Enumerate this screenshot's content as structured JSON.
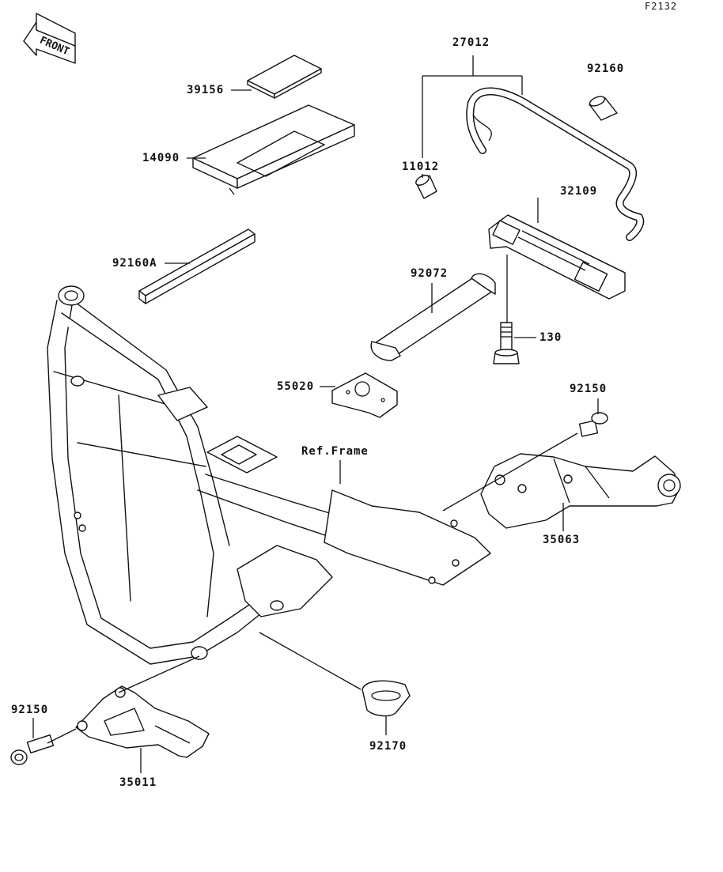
{
  "header": {
    "drawing_code": "F2132"
  },
  "front_badge": {
    "label": "FRONT",
    "icon": "front-arrow-icon"
  },
  "colors": {
    "line": "#111111",
    "background": "#ffffff"
  },
  "labels": {
    "p39156": "39156",
    "p14090": "14090",
    "p92160A": "92160A",
    "p27012": "27012",
    "p92160": "92160",
    "p11012": "11012",
    "p32109": "32109",
    "p92072": "92072",
    "p130": "130",
    "p55020": "55020",
    "p92150_right": "92150",
    "ref_frame": "Ref.Frame",
    "p35063": "35063",
    "p92150_left": "92150",
    "p92170": "92170",
    "p35011": "35011"
  }
}
